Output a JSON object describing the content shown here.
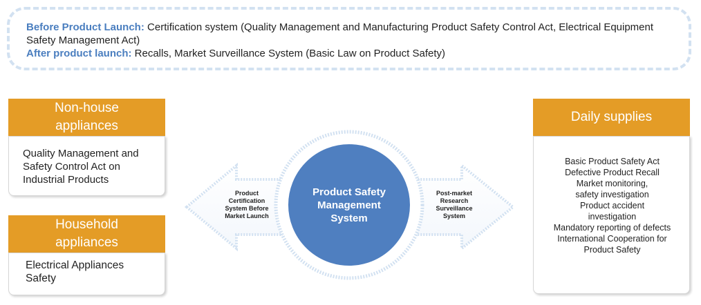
{
  "banner": {
    "before_label": "Before Product Launch:",
    "before_text": " Certification system (Quality Management and Manufacturing Product Safety Control Act, Electrical Equipment Safety Management Act)",
    "after_label": "After product launch:",
    "after_text": " Recalls, Market Surveillance System (Basic Law on Product Safety)"
  },
  "left_top": {
    "title": "Non-house appliances",
    "body": "Quality Management and Safety Control Act on Industrial Products"
  },
  "left_bottom": {
    "title": "Household appliances",
    "body": "Electrical Appliances Safety"
  },
  "center": {
    "title": "Product Safety Management System",
    "left_arrow_label": "Product Certification System Before Market Launch",
    "right_arrow_label": "Post-market Research Surveillance System"
  },
  "right": {
    "title": "Daily supplies",
    "items": [
      "Basic Product Safety Act",
      "Defective Product Recall",
      "Market monitoring, safety investigation",
      "Product accident investigation",
      "Mandatory reporting of defects",
      "International Cooperation for Product Safety"
    ]
  },
  "colors": {
    "accent_orange": "#e49c26",
    "circle_blue": "#4f7fc0",
    "label_blue": "#4a7ebf",
    "banner_border": "#d2e1f1"
  }
}
